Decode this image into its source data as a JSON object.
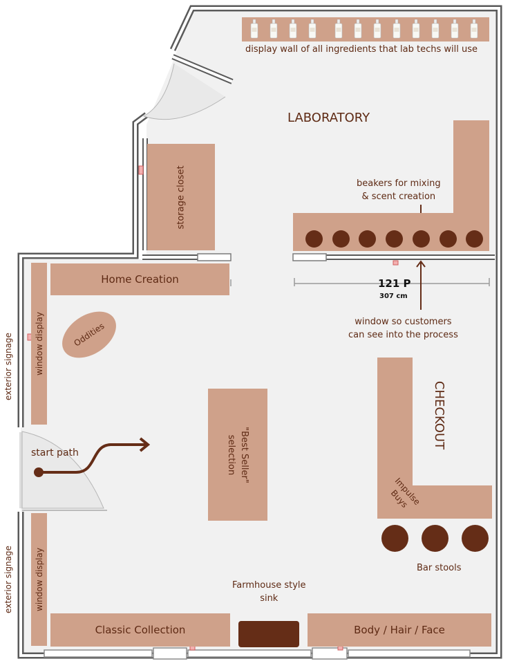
{
  "labels": {
    "display_wall": "display wall of all ingredients that lab techs will use",
    "laboratory": "LABORATORY",
    "storage_closet": "storage closet",
    "beakers": "beakers for mixing\n& scent creation",
    "home_creation": "Home Creation",
    "dimension_main": "121 P",
    "dimension_sub": "307 cm",
    "lab_window": "window so customers\ncan see into the process",
    "oddities": "Oddities",
    "window_display_top": "window display",
    "window_display_bottom": "window display",
    "exterior_signage_top": "exterior signage",
    "exterior_signage_bottom": "exterior signage",
    "start_path": "start path",
    "best_seller": "\"Best Seller\"\nselection",
    "checkout": "CHECKOUT",
    "impulse_buys": "Impulse\nBuys",
    "bar_stools": "Bar stools",
    "farmhouse_sink": "Farmhouse style\nsink",
    "classic_collection": "Classic Collection",
    "body_hair_face": "Body / Hair / Face"
  },
  "colors": {
    "fixture": "#cfa18a",
    "dark_fixture": "#652d17",
    "text": "#5e2a14",
    "floor": "#f1f1f1",
    "wall": "#5a5a5a"
  },
  "counts": {
    "ingredient_bottles": 12,
    "beakers": 7,
    "bar_stools": 3
  }
}
